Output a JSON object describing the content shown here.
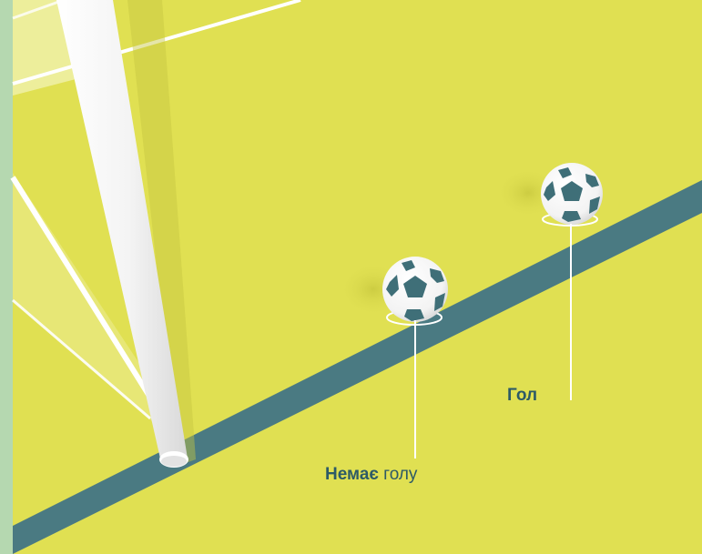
{
  "labels": {
    "goal": "Гол",
    "no_goal_bold": "Немає",
    "no_goal_rest": " голу"
  },
  "colors": {
    "pitch": "#e0e052",
    "goal_line": "#4a7a82",
    "left_border": "#b5d8b0",
    "ball_patch": "#3f6f78",
    "ball_white": "#ffffff",
    "label_text": "#2d5a66"
  },
  "icons": {
    "ball_icon": "soccer-ball-icon",
    "post_icon": "goal-post-icon"
  }
}
